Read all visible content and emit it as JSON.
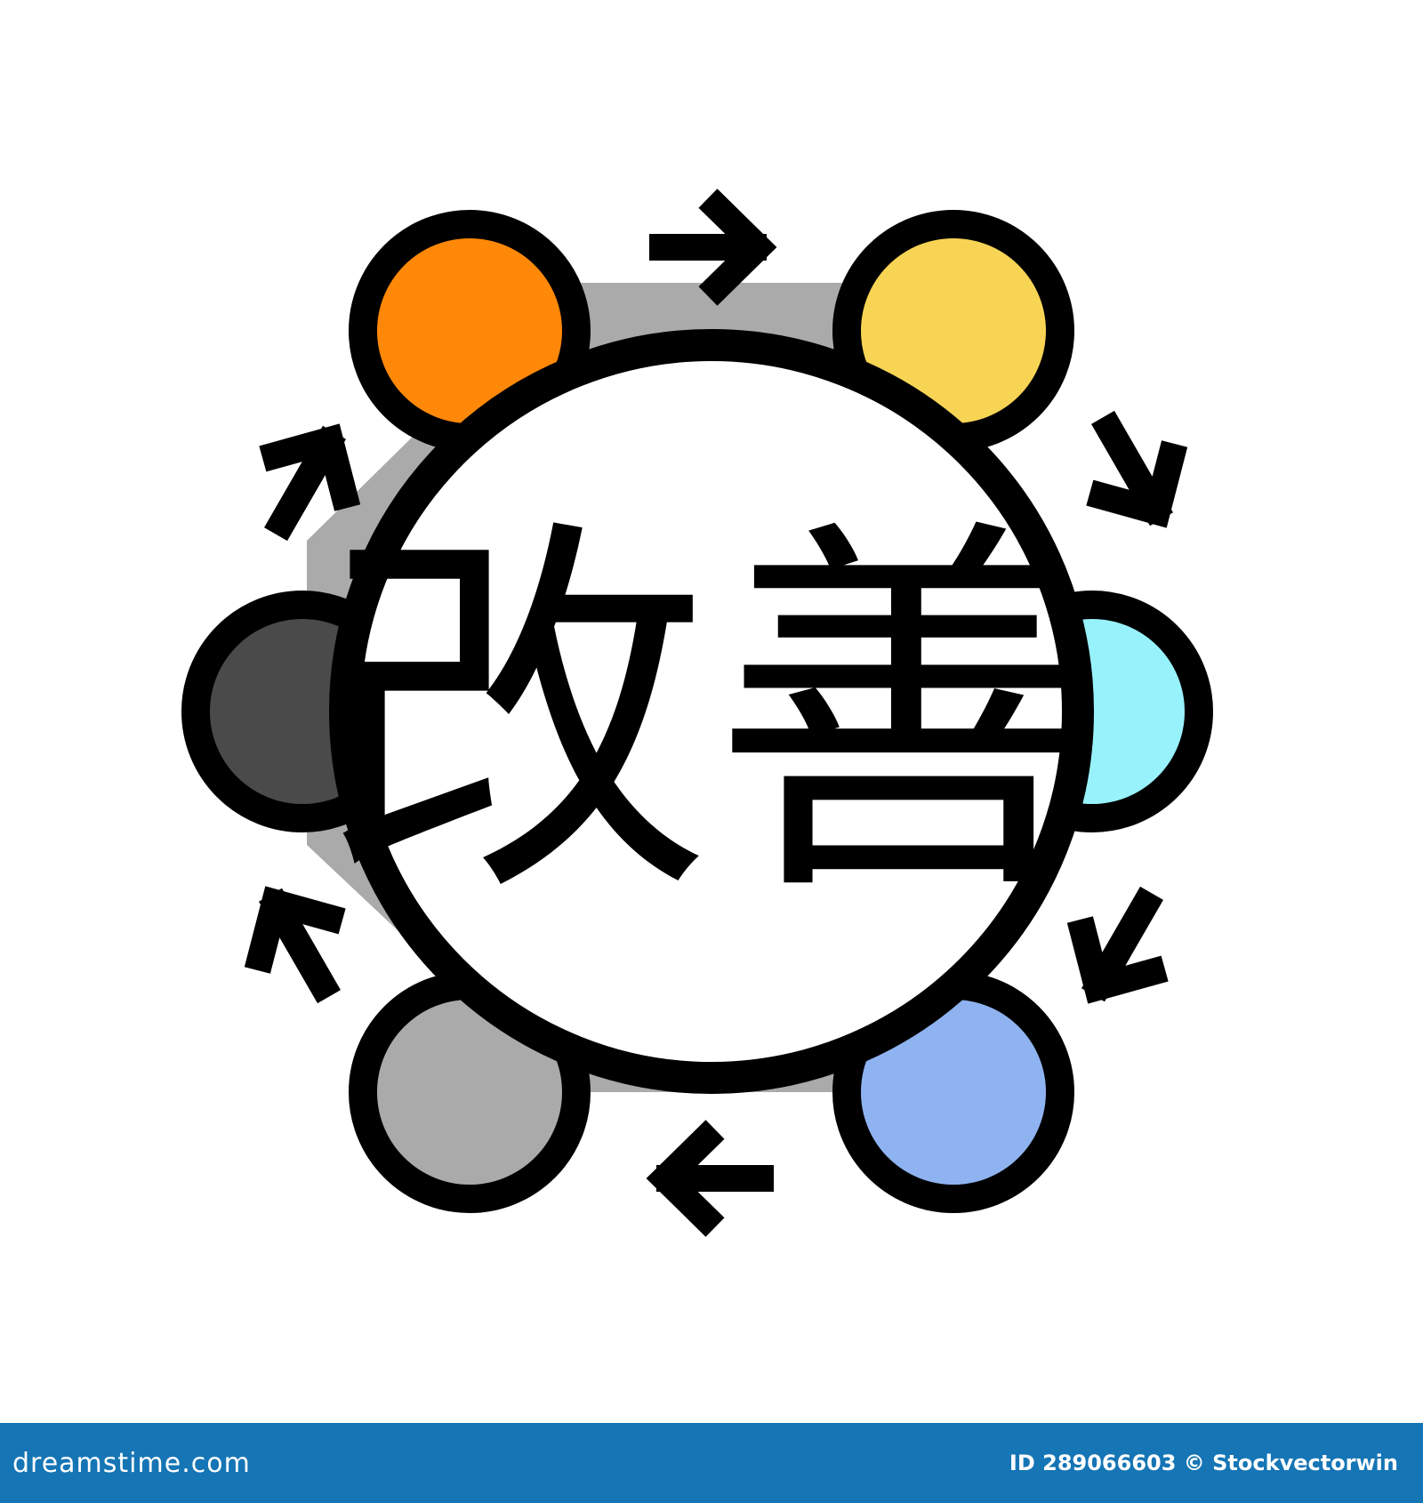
{
  "icon": {
    "kanji": "改善",
    "colors": {
      "ring_band": "#aaaaaa",
      "outline": "#000000",
      "center": "#ffffff",
      "node_top_left": "#ff8808",
      "node_top_right": "#f8d455",
      "node_right": "#98f2fb",
      "node_bottom_right": "#8fb3f0",
      "node_bottom_left": "#aaaaaa",
      "node_left": "#4a4a4a"
    }
  },
  "footer": {
    "brand": "dreamstime.com",
    "credit": "ID 289066603 © Stockvectorwin",
    "background": "#1575b5"
  }
}
